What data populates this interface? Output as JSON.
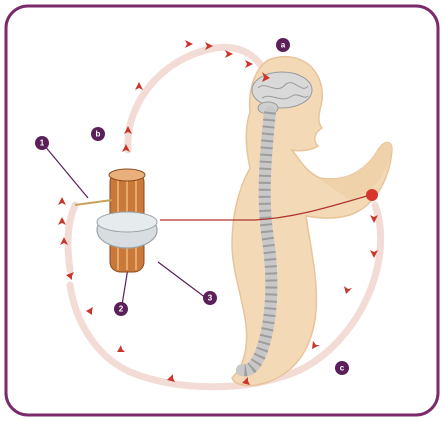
{
  "colors": {
    "border": "#7b2a6b",
    "badge": "#5b1f5a",
    "body_skin": "#f3d9b6",
    "body_skin_dark": "#e8c49a",
    "cycle_arrow": "#c9362e",
    "cycle_band": "#f4dcd6",
    "spine": "#cfcfcf",
    "brain": "#d9d9d9",
    "spindle_copper": "#c97a3a",
    "capsule": "#d7dde0",
    "nerve": "#b0342c"
  },
  "badges": [
    {
      "id": "label-1",
      "text": "1"
    },
    {
      "id": "label-2",
      "text": "2"
    },
    {
      "id": "label-3",
      "text": "3"
    },
    {
      "id": "label-a",
      "text": "a"
    },
    {
      "id": "label-b",
      "text": "b"
    },
    {
      "id": "label-c",
      "text": "c"
    }
  ]
}
